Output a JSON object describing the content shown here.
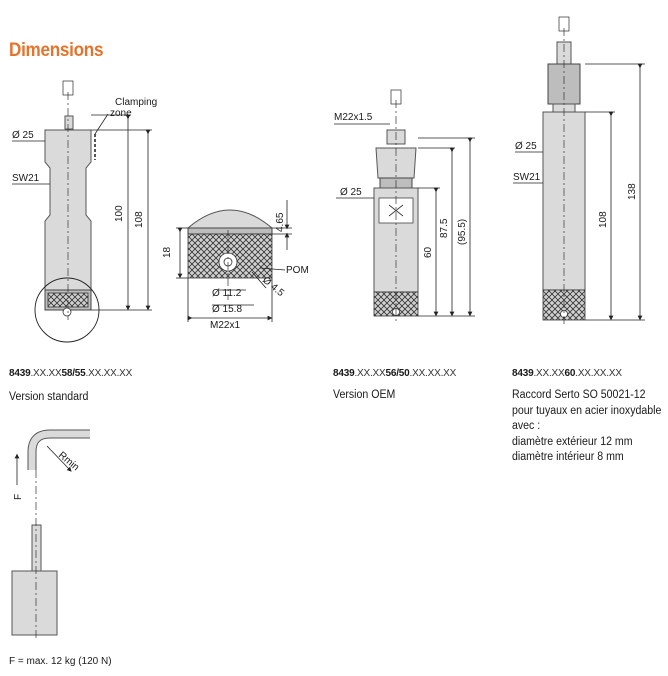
{
  "heading": "Dimensions",
  "standard": {
    "label_clamping": "Clamping",
    "label_zone": "zone",
    "dia": "Ø 25",
    "sw": "SW21",
    "dim_100": "100",
    "dim_108": "108",
    "ref_prefix": "8439",
    "ref_mid1": ".XX.XX",
    "ref_bold": "58/55",
    "ref_suffix": ".XX.XX.XX",
    "caption": "Version standard"
  },
  "section": {
    "dim_18": "18",
    "dim_465": "4.65",
    "dim_112": "Ø 11.2",
    "dim_158": "Ø 15.8",
    "dim_45": "Ø 4.5",
    "thread": "M22x1",
    "material": "POM"
  },
  "oem": {
    "thread": "M22x1.5",
    "dia": "Ø 25",
    "dim_60": "60",
    "dim_875": "87.5",
    "dim_955": "(95.5)",
    "ref_prefix": "8439",
    "ref_mid1": ".XX.XX",
    "ref_bold": "56/50",
    "ref_suffix": ".XX.XX.XX",
    "caption": "Version OEM"
  },
  "serto": {
    "dia": "Ø 25",
    "sw": "SW21",
    "dim_108": "108",
    "dim_138": "138",
    "ref_prefix": "8439",
    "ref_mid1": ".XX.XX",
    "ref_bold": "60",
    "ref_suffix": ".XX.XX.XX",
    "lines": [
      "Raccord Serto SO 50021-12",
      "pour tuyaux en acier inoxydable",
      "avec :",
      "diamètre extérieur 12 mm",
      "diamètre intérieur 8 mm"
    ]
  },
  "bend": {
    "rmin": "Rmin",
    "force": "F"
  },
  "footnote": "F = max. 12 kg (120 N)"
}
